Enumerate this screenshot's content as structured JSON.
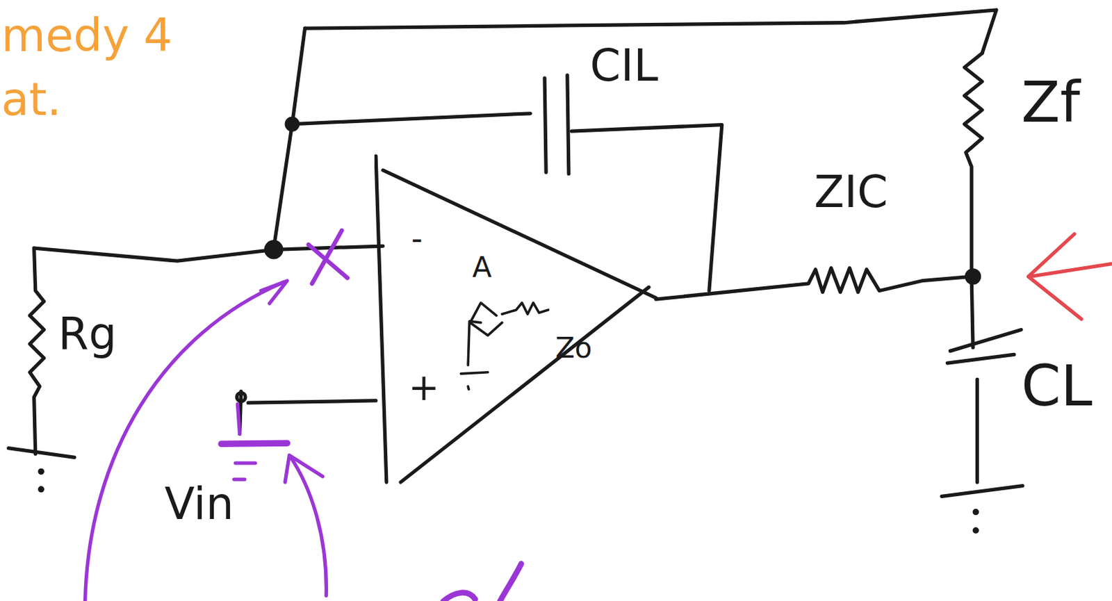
{
  "diagram": {
    "nodes": [
      {
        "text": [
          "-",
          "A",
          "Zo",
          "+"
        ]
      }
    ],
    "labels": [
      "medy 4",
      "at.",
      "CIL",
      "Zf",
      "ZIC",
      "CL",
      "Rg",
      "Vin"
    ]
  }
}
